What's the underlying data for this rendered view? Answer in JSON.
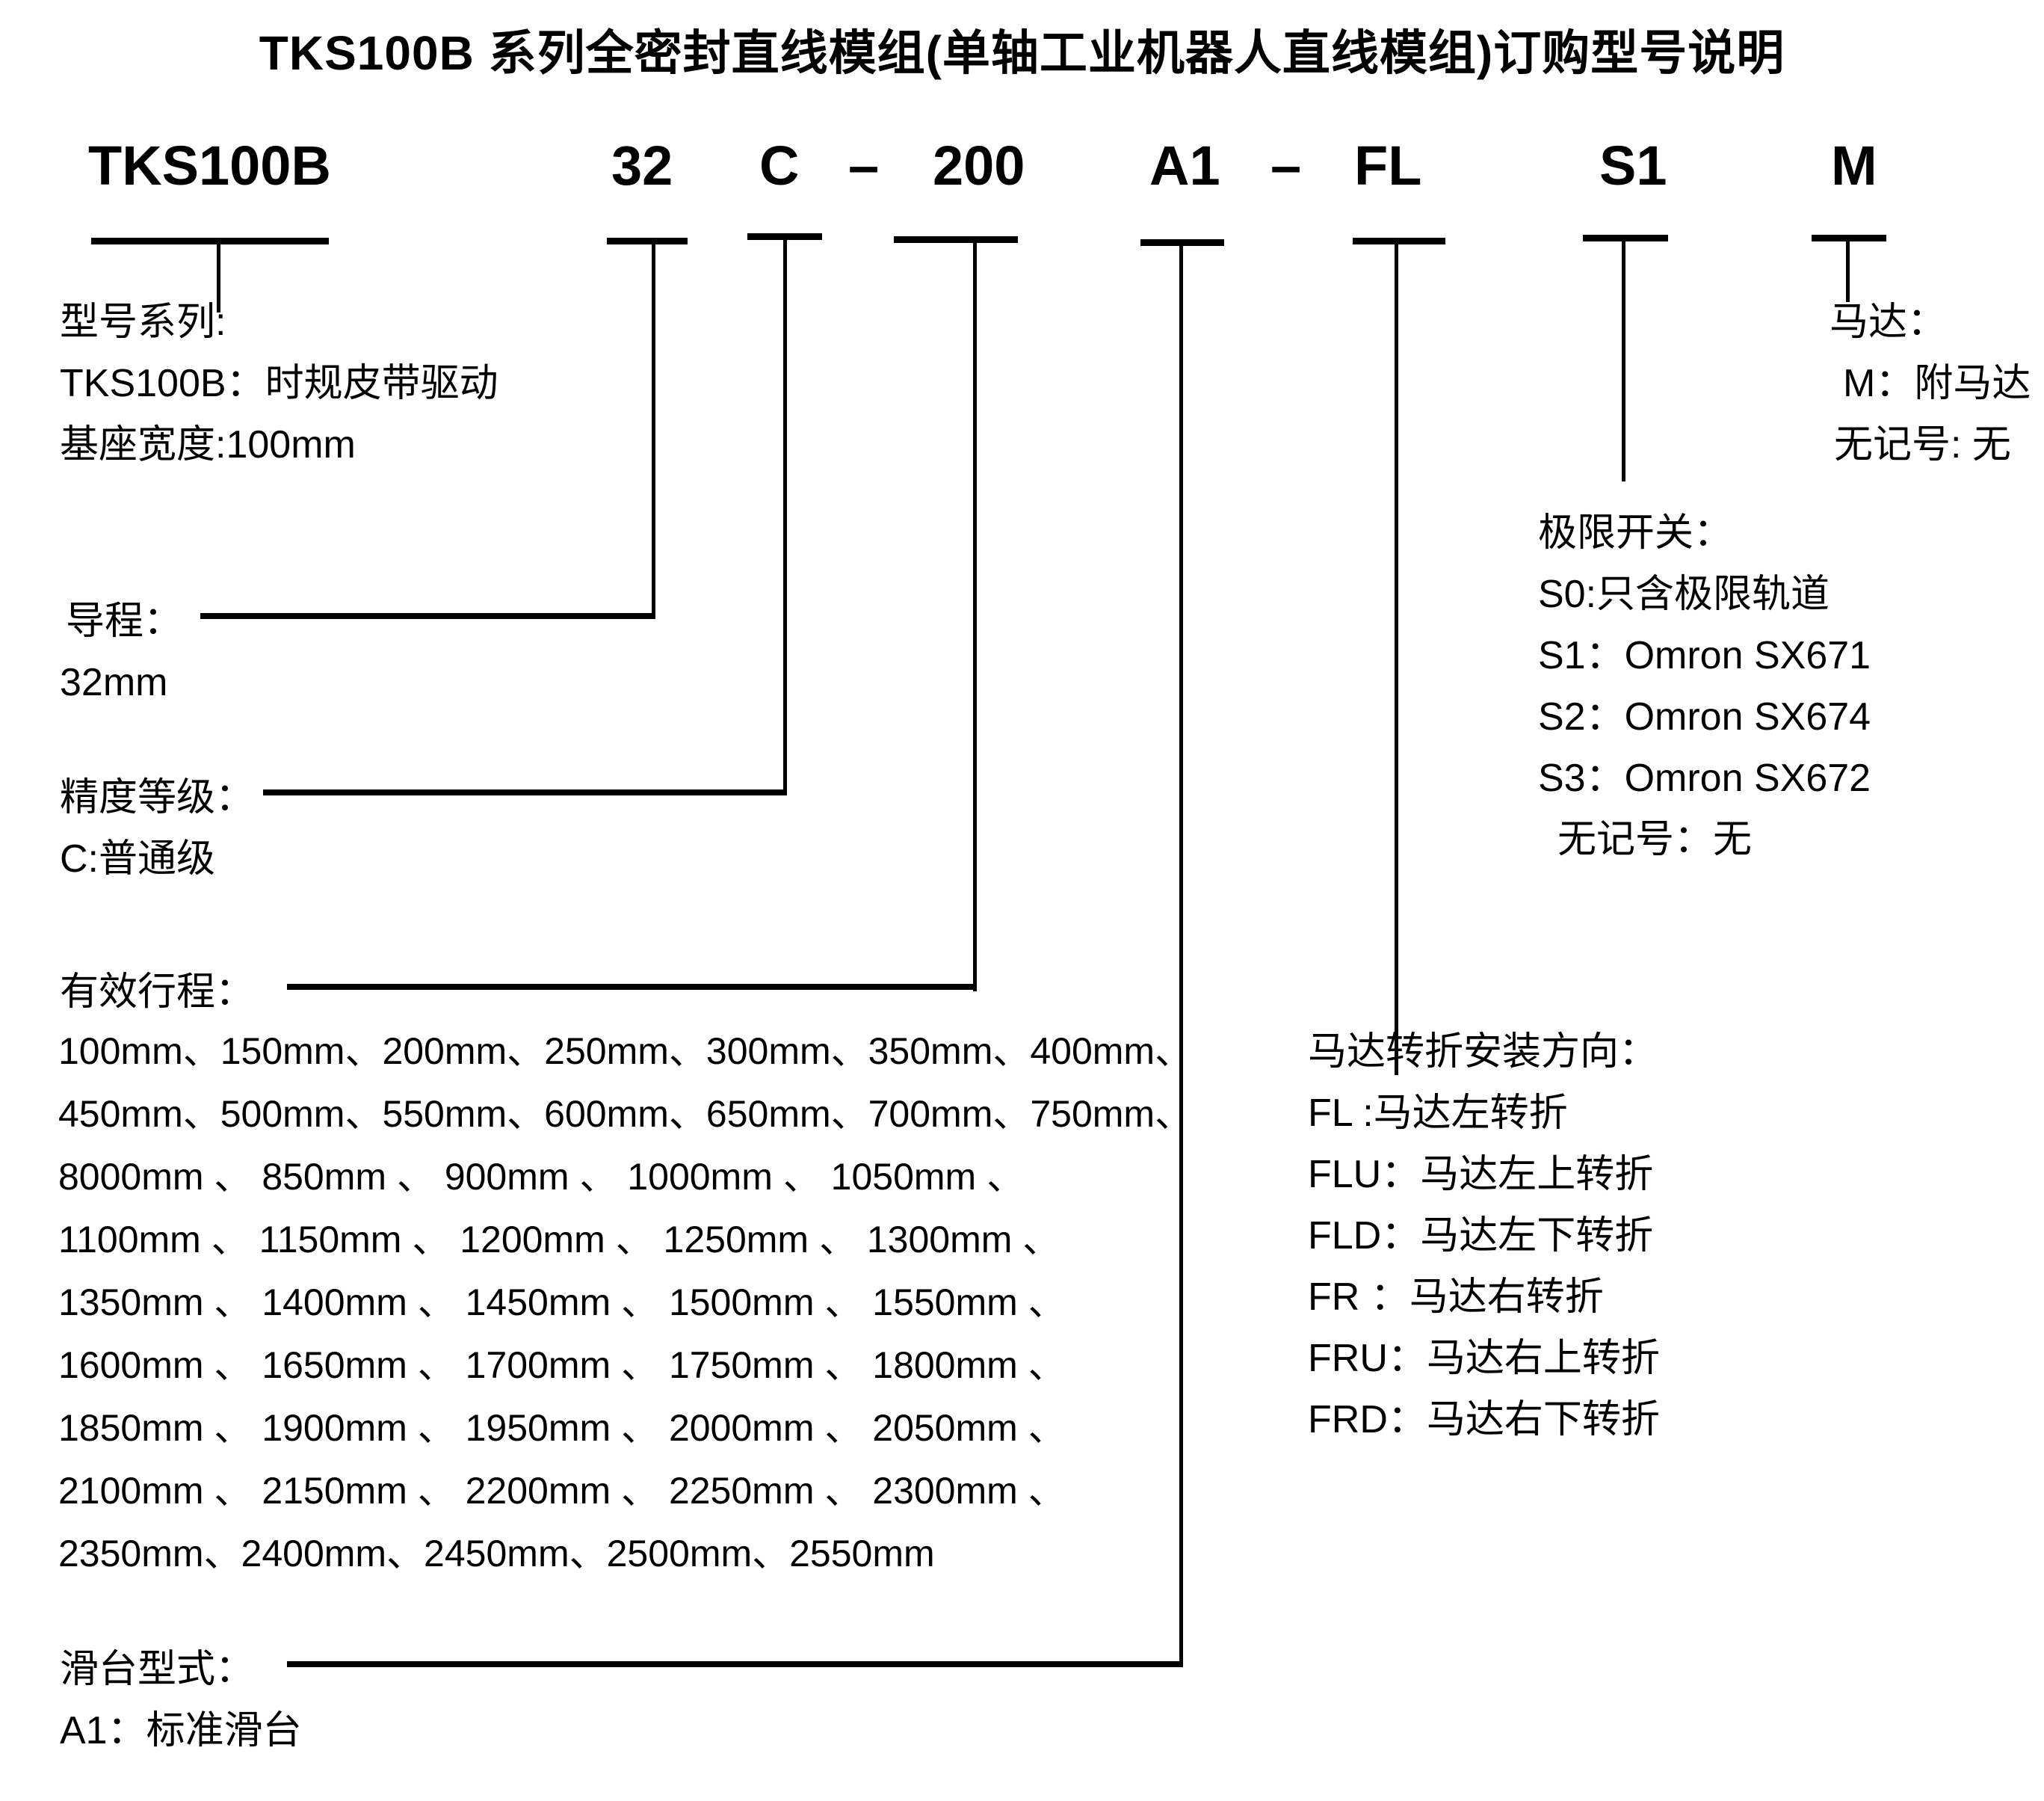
{
  "title": "TKS100B 系列全密封直线模组(单轴工业机器人直线模组)订购型号说明",
  "model_code": {
    "series": "TKS100B",
    "lead": "32",
    "accuracy": "C",
    "dash1": "–",
    "stroke": "200",
    "slider": "A1",
    "dash2": "–",
    "motor_dir": "FL",
    "limit_switch": "S1",
    "motor": "M"
  },
  "sections": {
    "series": {
      "heading": "型号系列:",
      "lines": [
        "TKS100B：时规皮带驱动",
        "基座宽度:100mm"
      ]
    },
    "lead": {
      "heading": "导程：",
      "lines": [
        "32mm"
      ]
    },
    "accuracy": {
      "heading": "精度等级：",
      "lines": [
        "C:普通级"
      ]
    },
    "stroke": {
      "heading": "有效行程：",
      "rows": [
        "100mm、150mm、200mm、250mm、300mm、350mm、400mm、",
        "450mm、500mm、550mm、600mm、650mm、700mm、750mm、",
        "8000mm 、 850mm 、 900mm 、 1000mm 、 1050mm 、",
        "1100mm 、 1150mm 、 1200mm 、 1250mm 、 1300mm 、",
        "1350mm 、 1400mm 、 1450mm 、 1500mm 、 1550mm 、",
        "1600mm 、 1650mm 、 1700mm 、 1750mm 、 1800mm 、",
        "1850mm 、 1900mm 、 1950mm 、 2000mm 、 2050mm 、",
        "2100mm 、 2150mm 、 2200mm 、 2250mm 、 2300mm 、",
        "2350mm、2400mm、2450mm、2500mm、2550mm"
      ]
    },
    "slider": {
      "heading": "滑台型式：",
      "lines": [
        "A1：标准滑台"
      ]
    },
    "motor": {
      "heading": "马达：",
      "lines": [
        "M：附马达",
        "无记号: 无"
      ]
    },
    "limit_switch": {
      "heading": "极限开关：",
      "lines": [
        "S0:只含极限轨道",
        "S1：Omron SX671",
        "S2：Omron SX674",
        "S3：Omron SX672",
        "无记号：无"
      ]
    },
    "motor_direction": {
      "heading": "马达转折安装方向：",
      "lines": [
        "FL :马达左转折",
        "FLU：马达左上转折",
        "FLD：马达左下转折",
        "FR ：马达右转折",
        "FRU：马达右上转折",
        "FRD：马达右下转折"
      ]
    }
  },
  "colors": {
    "ink": "#000000",
    "paper": "#ffffff"
  }
}
